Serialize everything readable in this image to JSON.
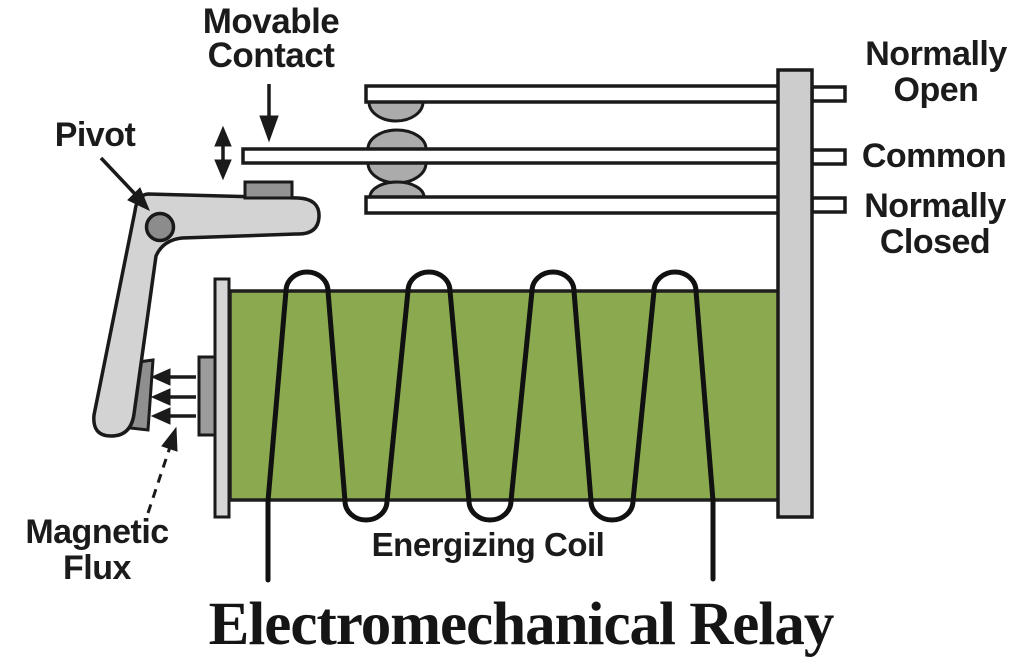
{
  "title": "Electromechanical Relay",
  "labels": {
    "movable_contact": {
      "line1": "Movable",
      "line2": "Contact"
    },
    "pivot": "Pivot",
    "normally_open": {
      "line1": "Normally",
      "line2": "Open"
    },
    "common": "Common",
    "normally_closed": {
      "line1": "Normally",
      "line2": "Closed"
    },
    "magnetic_flux": {
      "line1": "Magnetic",
      "line2": "Flux"
    },
    "energizing_coil": "Energizing Coil"
  },
  "colors": {
    "background": "#FFFFFF",
    "coil_green": "#8BAA4F",
    "metal_light": "#D3D3D3",
    "post_gray": "#CDCDCD",
    "flange_gray": "#D6D6D6",
    "contact_gray": "#ABABAB",
    "pivot_gray": "#8C8C8C",
    "mount_gray": "#939393",
    "wedge_gray": "#8F8F8F",
    "core_gray": "#9C9C9C",
    "strip_white": "#FFFFFF",
    "line_black": "#1A1A1A"
  }
}
